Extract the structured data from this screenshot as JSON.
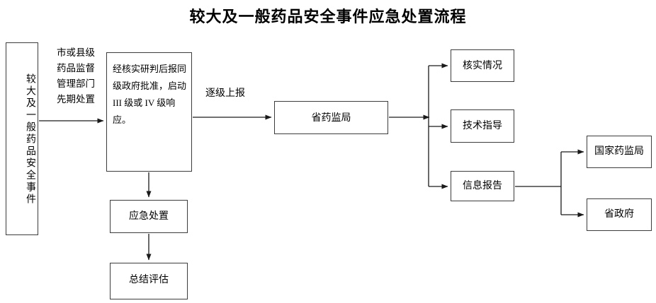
{
  "title": "较大及一般药品安全事件应急处置流程",
  "nodes": {
    "incident": "较大及一般药品安全事件",
    "predisposal": "市或县级\n药品监督\n管理部门\n先期处置",
    "approval": "经核实研判后报同级政府批准，启动 III 级或 IV 级响应。",
    "provincial_nmpa": "省药监局",
    "verify": "核实情况",
    "tech_guidance": "技术指导",
    "info_report": "信息报告",
    "national_nmpa": "国家药监局",
    "provincial_gov": "省政府",
    "emergency": "应急处置",
    "summary": "总结评估"
  },
  "edge_labels": {
    "escalate": "逐级上报"
  },
  "colors": {
    "box_border": "#3c3c3c",
    "connector": "#1a1a1a",
    "background": "#ffffff",
    "text": "#000000"
  }
}
